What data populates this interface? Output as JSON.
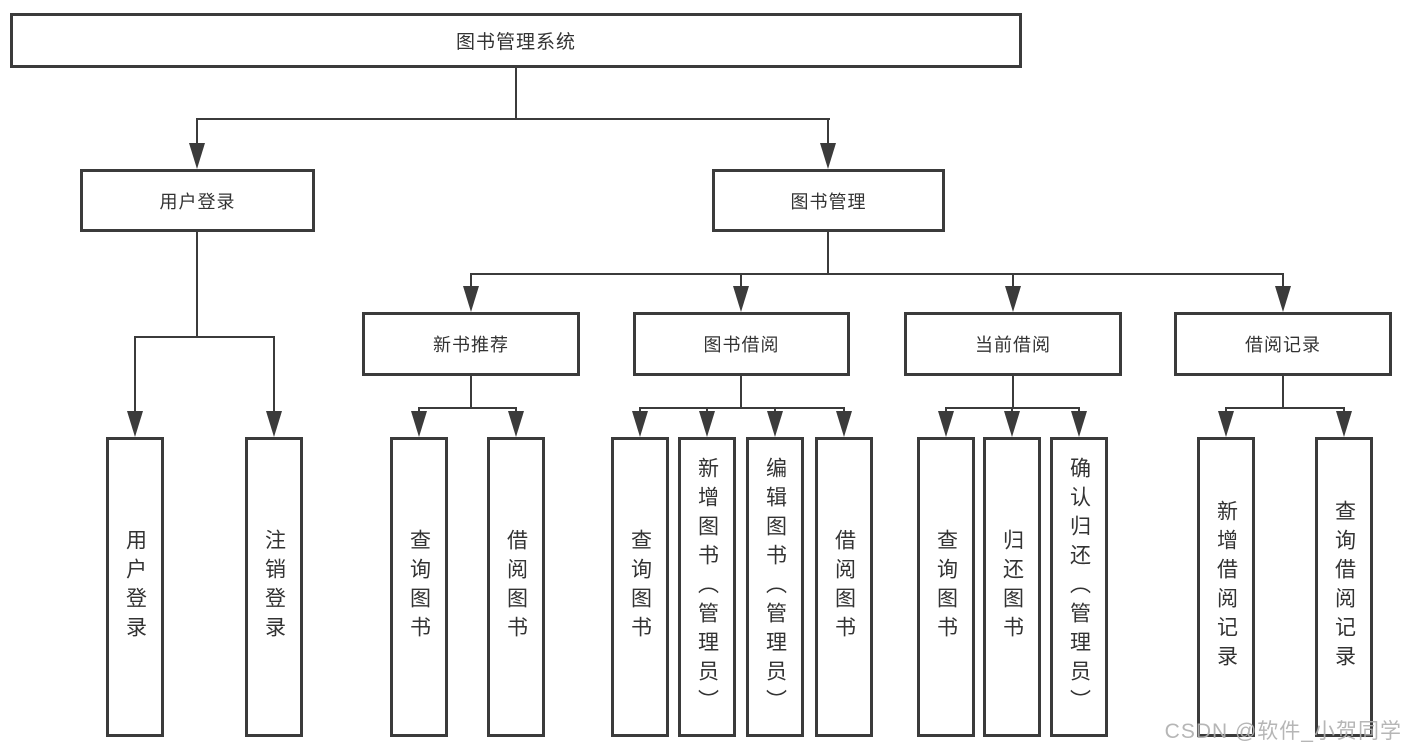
{
  "diagram": {
    "root": {
      "label": "图书管理系统"
    },
    "level2": [
      {
        "label": "用户登录"
      },
      {
        "label": "图书管理"
      }
    ],
    "level3": [
      {
        "label": "新书推荐"
      },
      {
        "label": "图书借阅"
      },
      {
        "label": "当前借阅"
      },
      {
        "label": "借阅记录"
      }
    ],
    "leaves": {
      "user_login": [
        {
          "label": "用户登录"
        },
        {
          "label": "注销登录"
        }
      ],
      "new_book": [
        {
          "label": "查询图书"
        },
        {
          "label": "借阅图书"
        }
      ],
      "book_borrow": [
        {
          "label": "查询图书"
        },
        {
          "label": "新增图书（管理员）"
        },
        {
          "label": "编辑图书（管理员）"
        },
        {
          "label": "借阅图书"
        }
      ],
      "current_borrow": [
        {
          "label": "查询图书"
        },
        {
          "label": "归还图书"
        },
        {
          "label": "确认归还（管理员）"
        }
      ],
      "borrow_records": [
        {
          "label": "新增借阅记录"
        },
        {
          "label": "查询借阅记录"
        }
      ]
    },
    "colors": {
      "line": "#3b3b3b",
      "box_border": "#3b3b3b",
      "text": "#333333",
      "background": "#ffffff",
      "watermark": "#b0b0b0"
    }
  },
  "watermark": {
    "text": "CSDN @软件_小贺同学"
  }
}
